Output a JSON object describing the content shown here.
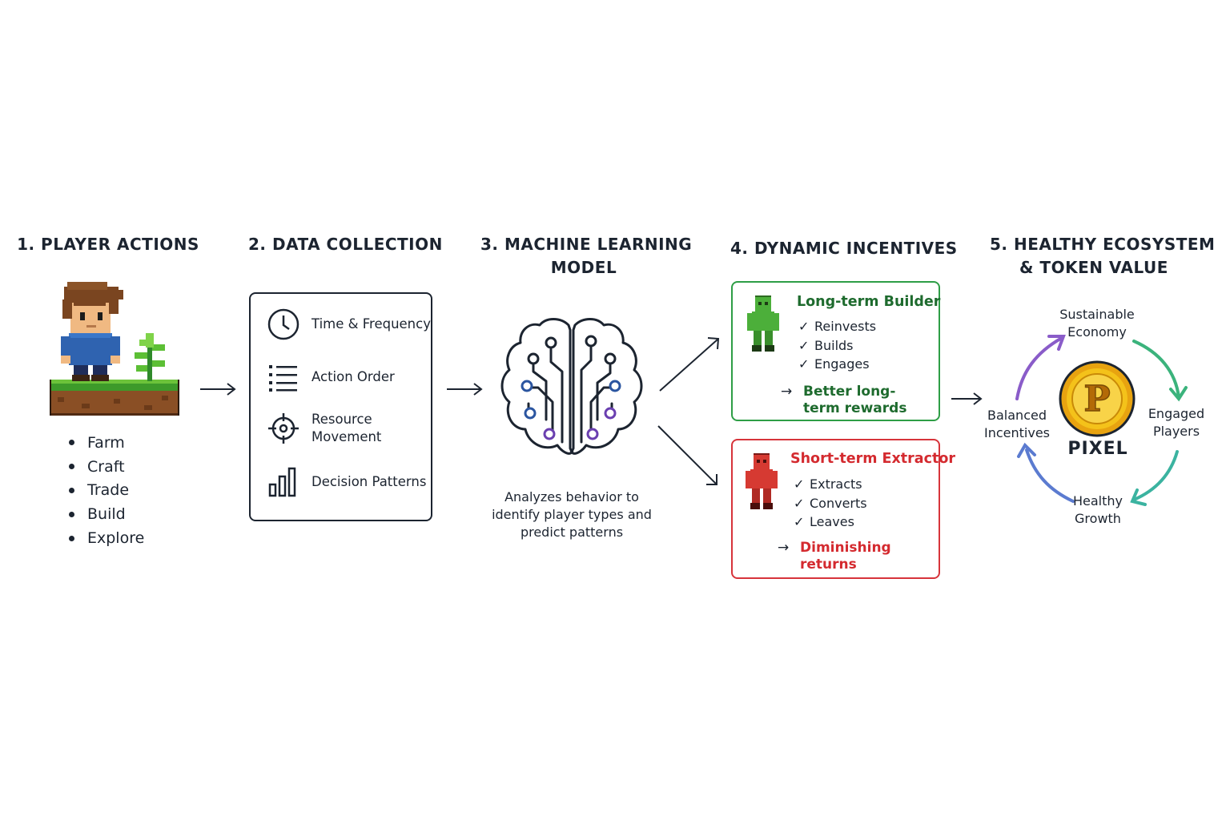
{
  "steps": [
    {
      "title_line1": "1. PLAYER ACTIONS"
    },
    {
      "title_line1": "2. DATA COLLECTION"
    },
    {
      "title_line1": "3. MACHINE LEARNING",
      "title_line2": "MODEL"
    },
    {
      "title_line1": "4. DYNAMIC INCENTIVES"
    },
    {
      "title_line1": "5. HEALTHY ECOSYSTEM",
      "title_line2": "& TOKEN VALUE"
    }
  ],
  "player_actions": [
    "Farm",
    "Craft",
    "Trade",
    "Build",
    "Explore"
  ],
  "data_collection": [
    {
      "icon": "clock-icon",
      "label": "Time & Frequency"
    },
    {
      "icon": "list-icon",
      "label": "Action Order"
    },
    {
      "icon": "target-icon",
      "label": "Resource Movement"
    },
    {
      "icon": "bar-chart-icon",
      "label": "Decision Patterns"
    }
  ],
  "ml_model": {
    "icon": "brain-circuit-icon",
    "caption": "Analyzes behavior to identify player types and predict patterns"
  },
  "incentives": {
    "builder": {
      "name": "Long-term Builder",
      "traits": [
        "Reinvests",
        "Builds",
        "Engages"
      ],
      "result": "Better long-term rewards",
      "color": "#2e9e46"
    },
    "extractor": {
      "name": "Short-term Extractor",
      "traits": [
        "Extracts",
        "Converts",
        "Leaves"
      ],
      "result": "Diminishing returns",
      "color": "#d7343b"
    }
  },
  "ecosystem": {
    "coin_letter": "P",
    "coin_name": "PIXEL",
    "cycle": [
      "Sustainable Economy",
      "Engaged Players",
      "Healthy Growth",
      "Balanced Incentives"
    ],
    "cycle_colors": [
      "#3bb37c",
      "#3bb3a0",
      "#5b7bd0",
      "#8a5cc9"
    ]
  }
}
